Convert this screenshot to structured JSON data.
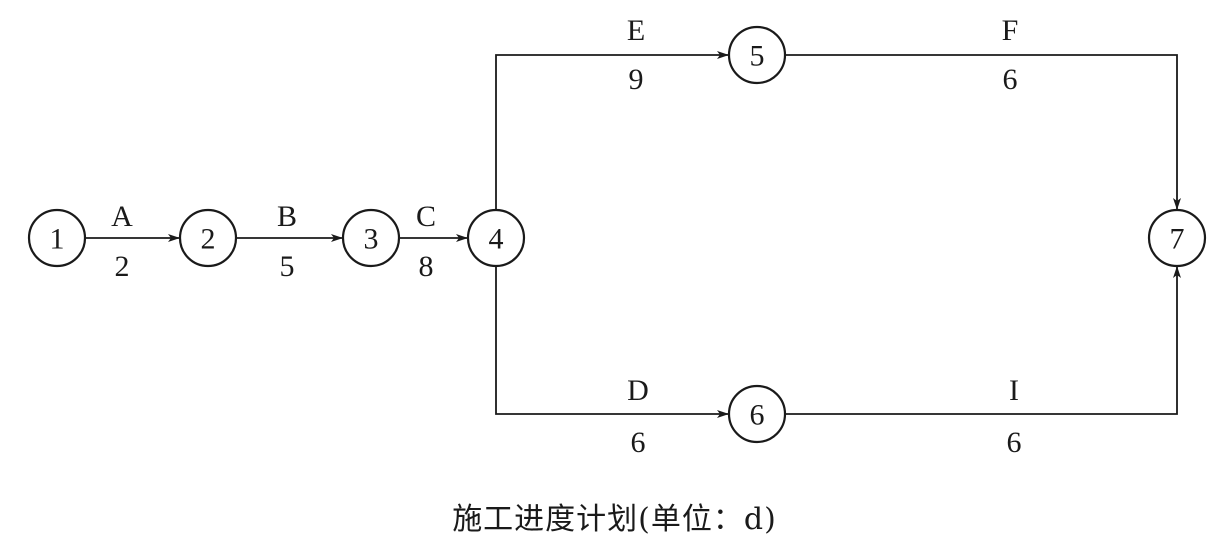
{
  "caption": "施工进度计划(单位：d)",
  "nodes": [
    {
      "id": "1",
      "label": "1"
    },
    {
      "id": "2",
      "label": "2"
    },
    {
      "id": "3",
      "label": "3"
    },
    {
      "id": "4",
      "label": "4"
    },
    {
      "id": "5",
      "label": "5"
    },
    {
      "id": "6",
      "label": "6"
    },
    {
      "id": "7",
      "label": "7"
    }
  ],
  "activities": [
    {
      "from": "1",
      "to": "2",
      "name": "A",
      "duration": "2"
    },
    {
      "from": "2",
      "to": "3",
      "name": "B",
      "duration": "5"
    },
    {
      "from": "3",
      "to": "4",
      "name": "C",
      "duration": "8"
    },
    {
      "from": "4",
      "to": "5",
      "name": "E",
      "duration": "9"
    },
    {
      "from": "5",
      "to": "7",
      "name": "F",
      "duration": "6"
    },
    {
      "from": "4",
      "to": "6",
      "name": "D",
      "duration": "6"
    },
    {
      "from": "6",
      "to": "7",
      "name": "I",
      "duration": "6"
    }
  ]
}
